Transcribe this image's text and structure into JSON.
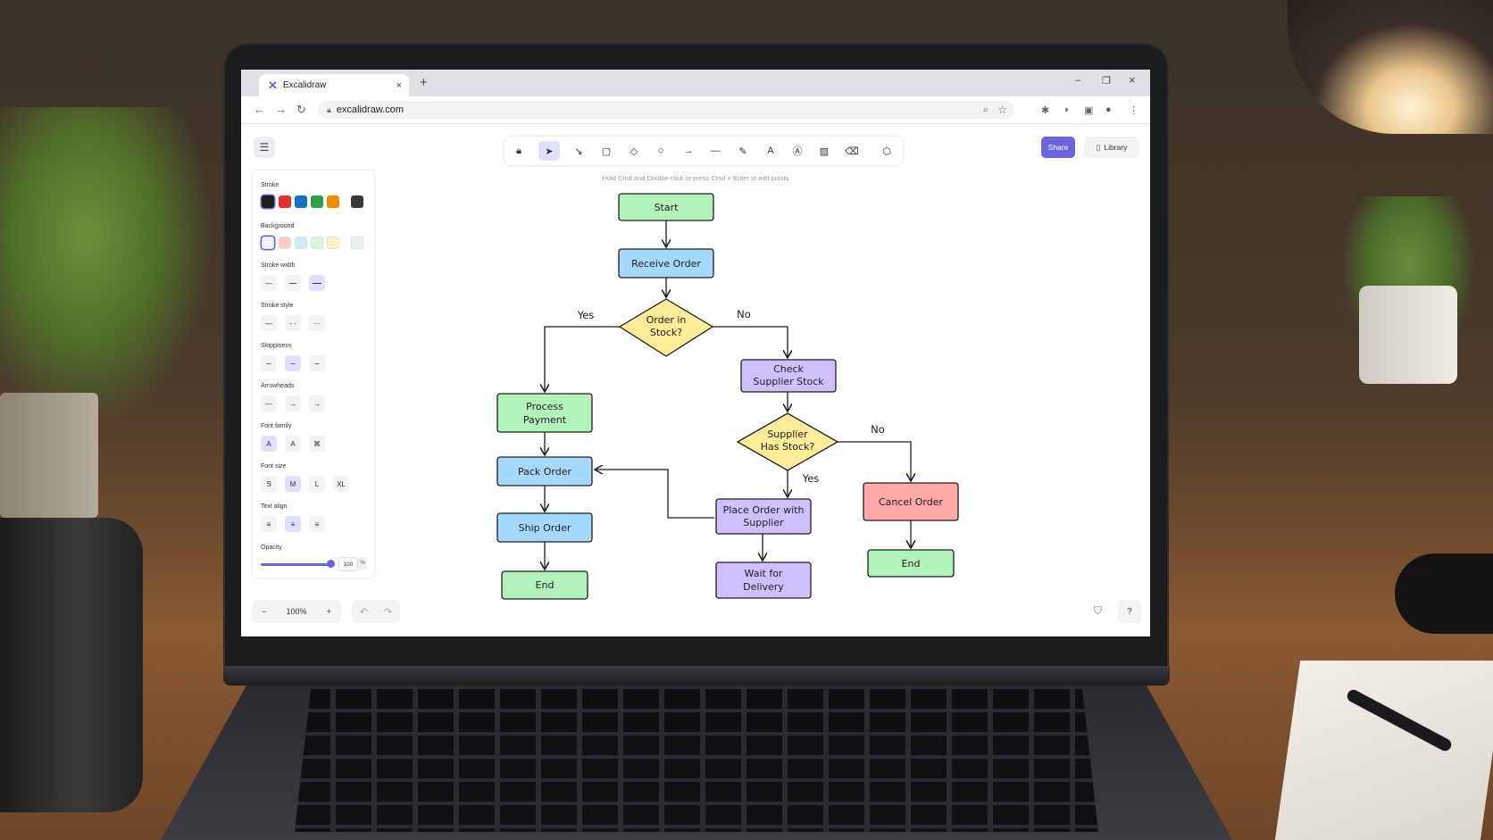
{
  "browser": {
    "tab_title": "Excalidraw",
    "tab_close": "×",
    "new_tab": "+",
    "url": "excalidraw.com",
    "window_min": "–",
    "window_restore": "❐",
    "window_close": "×"
  },
  "app": {
    "share_label": "Share",
    "library_label": "Library",
    "hint": "Hold Cmd and Double-click or press Cmd + Enter to edit points",
    "zoom": "100%",
    "zoom_out": "−",
    "zoom_in": "+"
  },
  "properties": {
    "stroke_label": "Stroke",
    "stroke_colors": [
      "#1e1e1e",
      "#e03131",
      "#1971c2",
      "#2f9e44",
      "#f08c00",
      "#343a40"
    ],
    "background_label": "Background",
    "background_colors": [
      "#f4f2ff",
      "#ffc9c9",
      "#d0ebff",
      "#d3f9d8",
      "#fff3bf",
      "#e6f4ea"
    ],
    "stroke_width_label": "Stroke width",
    "stroke_style_label": "Stroke style",
    "sloppiness_label": "Sloppiness",
    "arrowheads_label": "Arrowheads",
    "font_family_label": "Font family",
    "font_size_label": "Font size",
    "font_sizes": [
      "S",
      "M",
      "L",
      "XL"
    ],
    "text_align_label": "Text align",
    "opacity_label": "Opacity",
    "opacity_value": "100",
    "opacity_unit": "%"
  },
  "diagram": {
    "start": "Start",
    "receive_order": "Receive Order",
    "decision1": [
      "Order in",
      "Stock?"
    ],
    "yes1": "Yes",
    "no1": "No",
    "process_payment": [
      "Process",
      "Payment"
    ],
    "pack_order": "Pack Order",
    "ship_order": "Ship Order",
    "end1": "End",
    "check_supplier": [
      "Check",
      "Supplier Stock"
    ],
    "decision2": [
      "Supplier",
      "Has Stock?"
    ],
    "yes2": "Yes",
    "no2": "No",
    "place_order": [
      "Place Order with",
      "Supplier"
    ],
    "wait_delivery": [
      "Wait for",
      "Delivery"
    ],
    "cancel_order": "Cancel Order",
    "end2": "End"
  },
  "colors": {
    "accent": "#6965db",
    "green_fill": "#b2f2bb",
    "blue_fill": "#a5d8ff",
    "yellow_fill": "#ffec99",
    "purple_fill": "#d0bfff",
    "red_fill": "#ffa8a8"
  }
}
